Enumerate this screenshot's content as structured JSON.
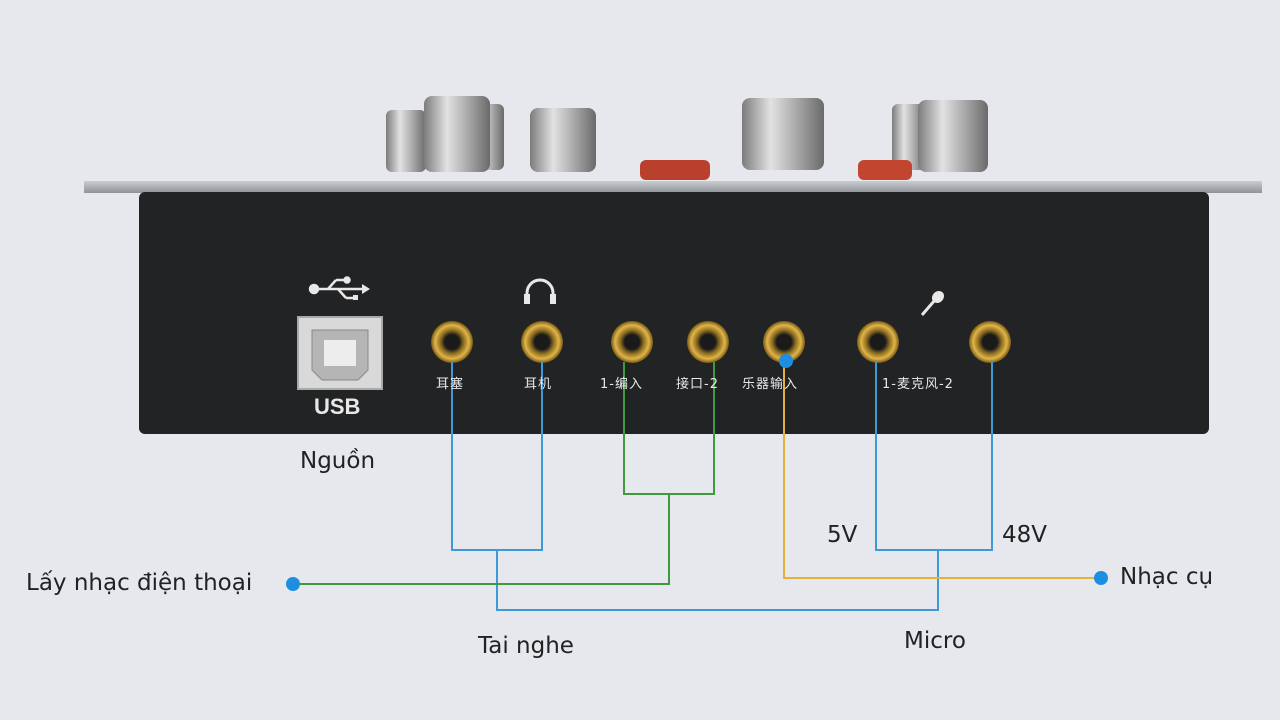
{
  "device": {
    "usb_label": "USB",
    "port_labels": {
      "earbud": "耳塞",
      "headphone": "耳机",
      "input_1": "1-编入",
      "port_2": "接口-2",
      "instrument": "乐器输入",
      "mic": "1-麦克风-2"
    },
    "icons": [
      "usb-icon",
      "headphone-icon",
      "microphone-icon"
    ]
  },
  "annotations": {
    "power": "Nguồn",
    "phone_music": "Lấy nhạc điện thoại",
    "headphones": "Tai nghe",
    "five_volt": "5V",
    "forty_eight_volt": "48V",
    "instrument": "Nhạc cụ",
    "micro": "Micro"
  },
  "colors": {
    "headphone_line": "#3d9ad6",
    "phone_line": "#3f9a3f",
    "instrument_line": "#e2b23c",
    "mic_line": "#3d9ad6",
    "dot": "#1e8fe0"
  }
}
